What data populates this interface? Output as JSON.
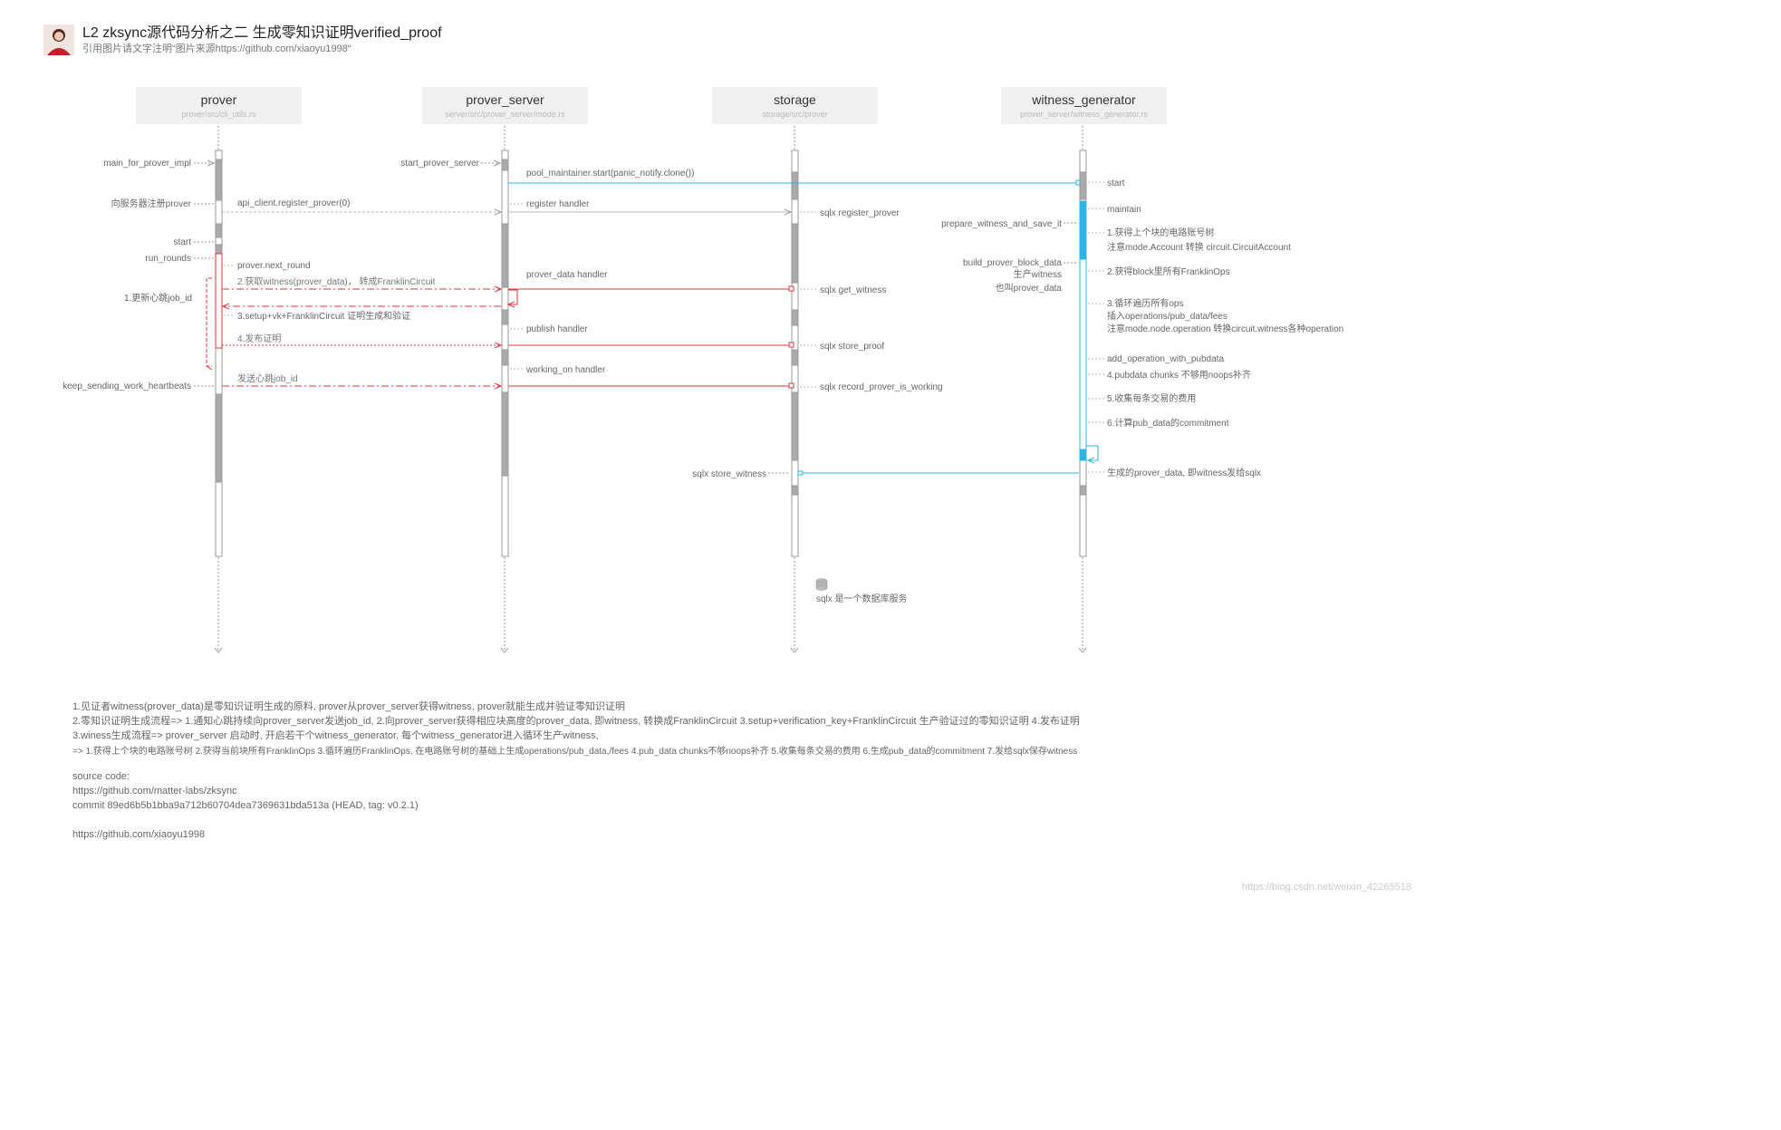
{
  "header": {
    "title": "L2 zksync源代码分析之二 生成零知识证明verified_proof",
    "subtitle": "引用图片请文字注明“图片来源https://github.com/xiaoyu1998“"
  },
  "actors": [
    {
      "name": "prover",
      "path": "prover/src/cli_utils.rs"
    },
    {
      "name": "prover_server",
      "path": "server/src/prover_server/mode.rs"
    },
    {
      "name": "storage",
      "path": "storage/src/prover"
    },
    {
      "name": "witness_generator",
      "path": "prover_server/witness_generator.rs"
    }
  ],
  "labels": {
    "main_for_prover_impl": "main_for_prover_impl",
    "register_prover_cn": "向服务器注册prover",
    "start": "start",
    "run_rounds": "run_rounds",
    "update_heartbeat": "1.更新心跳job_id",
    "keep_sending": "keep_sending_work_heartbeats",
    "api_register": "api_client.register_prover(0)",
    "prover_next_round": "prover.next_round",
    "get_witness": "2.获取witness(prover_data)， 转成FranklinCircuit",
    "setup_vk": "3.setup+vk+FranklinCircuit 证明生成和验证",
    "publish_proof": "4.发布证明",
    "send_heartbeat": "发送心跳job_id",
    "start_prover_server": "start_prover_server",
    "pool_maintainer": "pool_maintainer.start(panic_notify.clone())",
    "register_handler": "register handler",
    "prover_data_handler": "prover_data handler",
    "publish_handler": "publish handler",
    "working_on_handler": "working_on handler",
    "sqlx_store_witness": "sqlx store_witness",
    "sqlx_register_prover": "sqlx register_prover",
    "sqlx_get_witness": "sqlx get_witness",
    "sqlx_store_proof": "sqlx store_proof",
    "sqlx_record_working": "sqlx record_prover_is_working",
    "sqlx_db_note": "sqlx 是一个数据库服务",
    "wg_start": "start",
    "wg_maintain": "maintain",
    "prepare_witness": "prepare_witness_and_save_it",
    "wg_step1a": "1.获得上个块的电路账号树",
    "wg_step1b": "注意mode.Account 转换 circuit.CircuitAccount",
    "build_block_data": "build_prover_block_data",
    "produce_witness": "生产witness",
    "also_prover_data": "也叫prover_data",
    "wg_step2": "2.获得block里所有FranklinOps",
    "wg_step3a": "3.循环遍历所有ops",
    "wg_step3b": "插入operations/pub_data/fees",
    "wg_step3c": "注意mode.node.operation 转换circuit.witness各种operation",
    "add_operation": "add_operation_with_pubdata",
    "wg_step4": "4.pubdata chunks 不够用noops补齐",
    "wg_step5": "5.收集每条交易的费用",
    "wg_step6": "6.计算pub_data的commitment",
    "wg_generated": "生成的prover_data, 即witness发给sqlx"
  },
  "notes": [
    "1.见证者witness(prover_data)是零知识证明生成的原料, prover从prover_server获得witness, prover就能生成并验证零知识证明",
    "2.零知识证明生成流程=> 1.通知心跳持续向prover_server发送job_id, 2.向prover_server获得相应块高度的prover_data, 即witness, 转换成FranklinCircuit 3.setup+verification_key+FranklinCircuit 生产验证过的零知识证明 4.发布证明",
    "3.winess生成流程=> prover_server 启动时, 开启若干个witness_generator, 每个witness_generator进入循环生产witness,",
    "=> 1.获得上个块的电路账号树 2.获得当前块所有FranklinOps 3.循环遍历FranklinOps, 在电路账号树的基础上生成operations/pub_data,/fees 4.pub_data chunks不够noops补齐 5.收集每条交易的费用 6.生成pub_data的commitment 7.发给sqlx保存witness"
  ],
  "source": {
    "heading": "source code:",
    "repo": "https://github.com/matter-labs/zksync",
    "commit": "commit 89ed6b5b1bba9a712b60704dea7369631bda513a (HEAD, tag: v0.2.1)",
    "author": "https://github.com/xiaoyu1998"
  },
  "watermark": "https://blog.csdn.net/weixin_42265518",
  "colors": {
    "red": "#e0353b",
    "blue": "#2db4e3",
    "grey": "#999999",
    "actor_bg": "#f0f0f0"
  }
}
